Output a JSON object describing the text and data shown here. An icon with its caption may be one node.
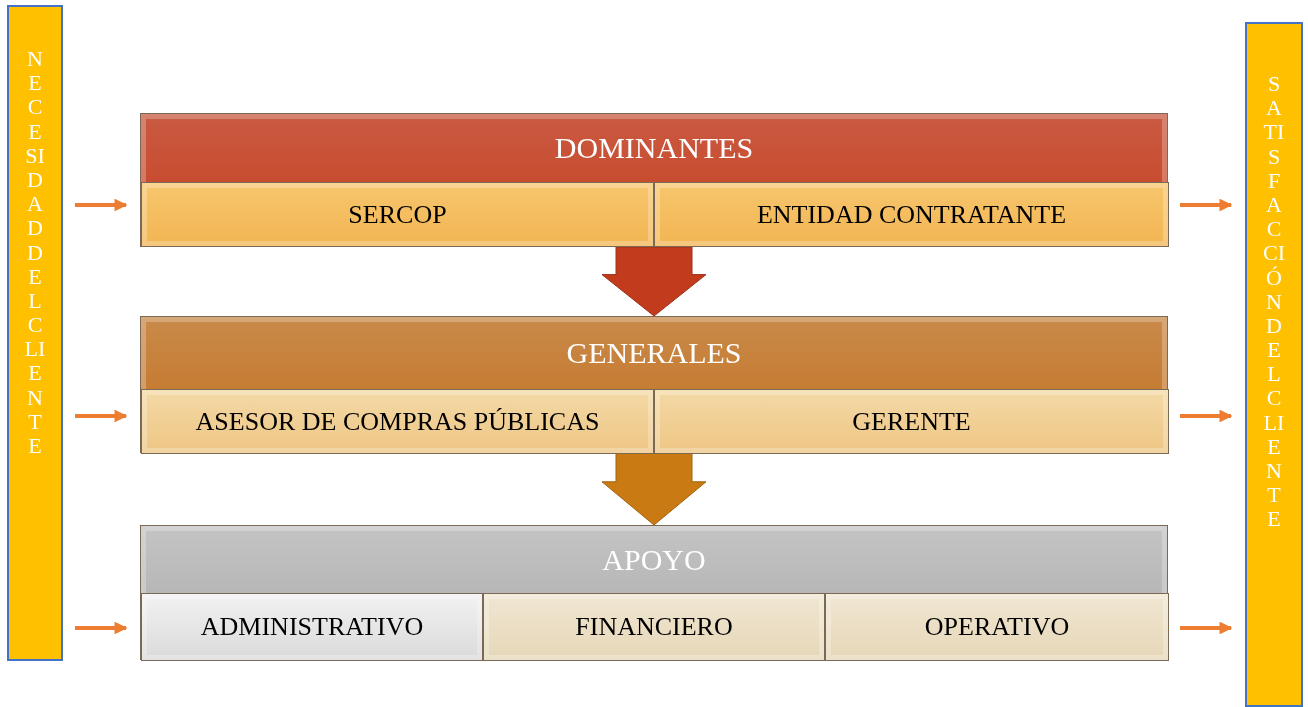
{
  "diagram": {
    "nodes": [
      {
        "text": [
          "NECESIDAD DEL CLIENTE"
        ]
      },
      {
        "text": [
          "SATISFACCIÓN DEL CLIENTE"
        ]
      },
      {
        "text": [
          "DOMINANTES"
        ]
      },
      {
        "text": [
          "SERCOP"
        ],
        "in": 2
      },
      {
        "text": [
          "ENTIDAD CONTRATANTE"
        ],
        "in": 2
      },
      {
        "text": [
          "GENERALES"
        ]
      },
      {
        "text": [
          "ASESOR DE COMPRAS PÚBLICAS"
        ],
        "in": 5
      },
      {
        "text": [
          "GERENTE"
        ],
        "in": 5
      },
      {
        "text": [
          "APOYO"
        ]
      },
      {
        "text": [
          "ADMINISTRATIVO"
        ],
        "in": 8
      },
      {
        "text": [
          "FINANCIERO"
        ],
        "in": 8
      },
      {
        "text": [
          "OPERATIVO"
        ],
        "in": 8
      }
    ],
    "edges": [
      {
        "from": 0,
        "to": 2,
        "arrow": "to"
      },
      {
        "from": 2,
        "to": 1,
        "arrow": "to"
      },
      {
        "from": 0,
        "to": 5,
        "arrow": "to"
      },
      {
        "from": 5,
        "to": 1,
        "arrow": "to"
      },
      {
        "from": 0,
        "to": 8,
        "arrow": "to"
      },
      {
        "from": 8,
        "to": 1,
        "arrow": "to"
      },
      {
        "from": 2,
        "to": 5,
        "arrow": "to",
        "style": "thick",
        "color": "#c23b1c"
      },
      {
        "from": 5,
        "to": 8,
        "arrow": "to",
        "style": "thick",
        "color": "#c97a12"
      }
    ]
  }
}
